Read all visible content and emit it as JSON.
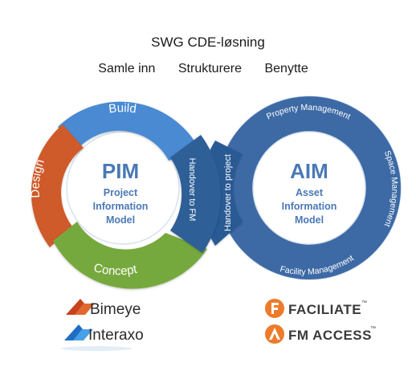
{
  "header": {
    "title": "SWG CDE-løsning",
    "phases": [
      "Samle inn",
      "Strukturere",
      "Benytte"
    ]
  },
  "pim": {
    "acronym": "PIM",
    "line1": "Project",
    "line2": "Information",
    "line3": "Model",
    "segments": {
      "build": "Build",
      "design": "Design",
      "concept": "Concept",
      "handover": "Handover to FM"
    }
  },
  "aim": {
    "acronym": "AIM",
    "line1": "Asset",
    "line2": "Information",
    "line3": "Model",
    "segments": {
      "property": "Property Management",
      "space": "Space Management",
      "facility": "Facility Management",
      "handover": "Handover to project"
    }
  },
  "logos": {
    "bimeye": "Bimeye",
    "interaxo": "Interaxo",
    "faciliate": "FACILIATE",
    "fmaccess": "FM ACCESS",
    "tm": "™"
  },
  "colors": {
    "build": "#4a8ad2",
    "design": "#cf5a2a",
    "concept": "#76a93c",
    "pim_handover": "#2f5f97",
    "aim_ring": "#3d6aa5",
    "aim_dark": "#2c5a94",
    "label_blue": "#4a79b5",
    "orange": "#ec7b2c"
  }
}
